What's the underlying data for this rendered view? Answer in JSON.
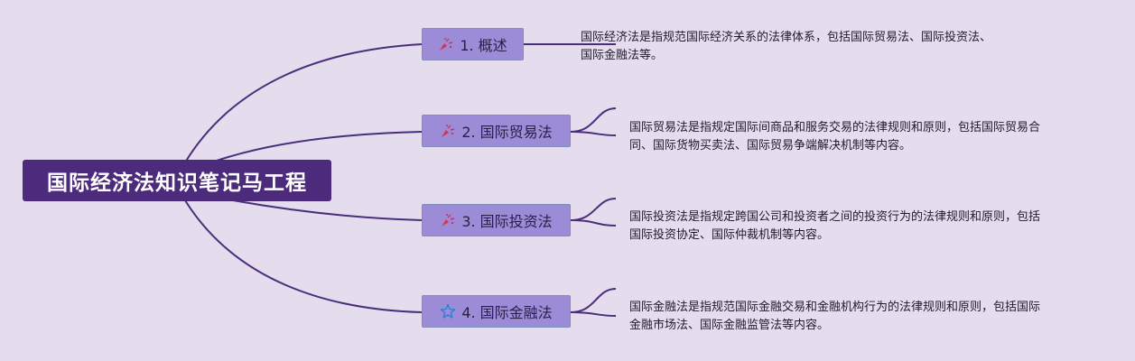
{
  "colors": {
    "background": "#e5dcee",
    "root_fill": "#4c2a7c",
    "branch_fill": "#9c8bd7",
    "branch_border": "#7e8eb9",
    "connector": "#4b2e7a"
  },
  "root": {
    "title": "国际经济法知识笔记马工程"
  },
  "branches": [
    {
      "icon": "party-popper-icon",
      "label": "1. 概述",
      "description_lines": [
        "国际经济法是指规范国际经济关系的法律体系，包括国际贸易法、国际投资法、",
        "国际金融法等。"
      ]
    },
    {
      "icon": "party-popper-icon",
      "label": "2. 国际贸易法",
      "description_lines": [
        "国际贸易法是指规定国际间商品和服务交易的法律规则和原则，包括国际贸易合",
        "同、国际货物买卖法、国际贸易争端解决机制等内容。"
      ]
    },
    {
      "icon": "party-popper-icon",
      "label": "3. 国际投资法",
      "description_lines": [
        "国际投资法是指规定跨国公司和投资者之间的投资行为的法律规则和原则，包括",
        "国际投资协定、国际仲裁机制等内容。"
      ]
    },
    {
      "icon": "star-icon",
      "label": "4. 国际金融法",
      "description_lines": [
        "国际金融法是指规范国际金融交易和金融机构行为的法律规则和原则，包括国际",
        "金融市场法、国际金融监管法等内容。"
      ]
    }
  ]
}
